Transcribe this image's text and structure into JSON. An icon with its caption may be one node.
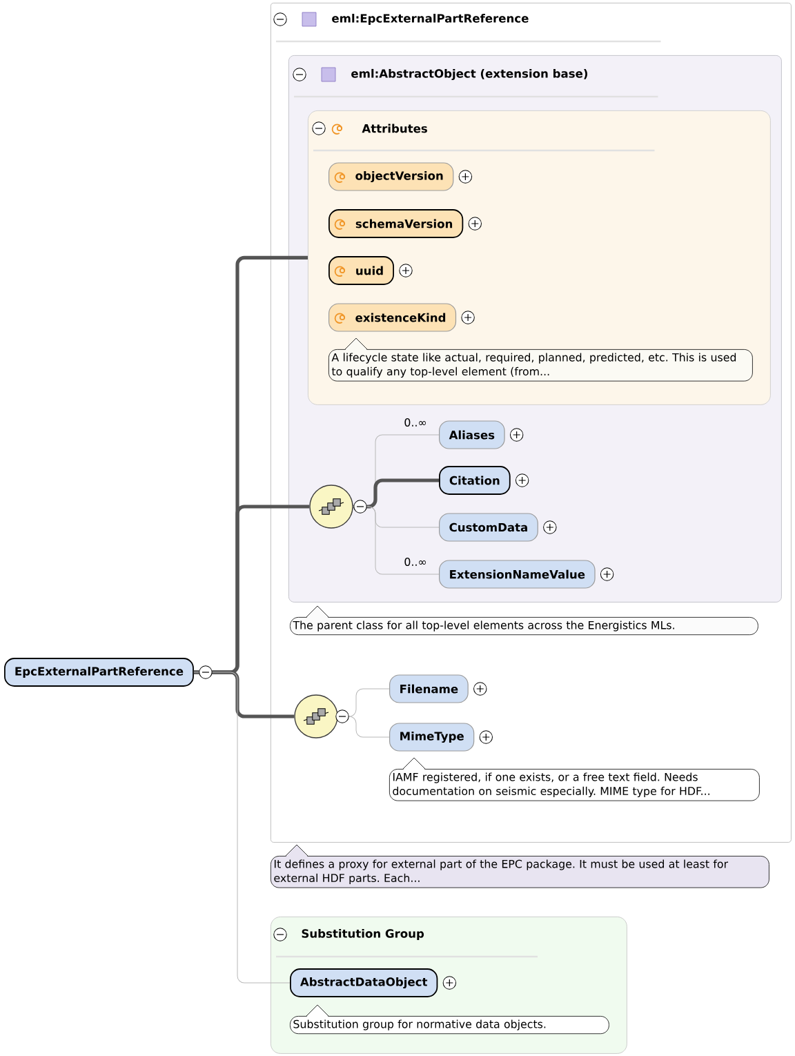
{
  "diagram": {
    "nodes": [
      {
        "text": [
          "EpcExternalPartReference"
        ]
      },
      {
        "text": [
          "eml:EpcExternalPartReference"
        ],
        "beside": [
          "It defines a proxy for external part of the EPC package. It must be used at least for external HDF parts. Each..."
        ]
      },
      {
        "text": [
          "eml:AbstractObject (extension base)"
        ],
        "in": 1,
        "beside": [
          "The parent class for all top-level elements across the Energistics MLs."
        ]
      },
      {
        "text": [
          "Attributes"
        ],
        "in": 2
      },
      {
        "text": [
          "objectVersion"
        ],
        "in": 3
      },
      {
        "text": [
          "schemaVersion"
        ],
        "in": 3
      },
      {
        "text": [
          "uuid"
        ],
        "in": 3
      },
      {
        "text": [
          "existenceKind"
        ],
        "in": 3,
        "beside": [
          "A lifecycle state like actual, required, planned, predicted, etc. This is used to qualify any top-level element (from..."
        ]
      },
      {
        "text": [],
        "shape": "circle",
        "in": 2
      },
      {
        "text": [
          "Aliases"
        ],
        "in": 2
      },
      {
        "text": [
          "Citation"
        ],
        "in": 2
      },
      {
        "text": [
          "CustomData"
        ],
        "in": 2
      },
      {
        "text": [
          "ExtensionNameValue"
        ],
        "in": 2
      },
      {
        "text": [],
        "shape": "circle",
        "in": 1
      },
      {
        "text": [
          "Filename"
        ],
        "in": 1
      },
      {
        "text": [
          "MimeType"
        ],
        "in": 1,
        "beside": [
          "IAMF registered, if one exists, or a free text field. Needs documentation on seismic especially. MIME type for HDF..."
        ]
      },
      {
        "text": [
          "Substitution Group"
        ]
      },
      {
        "text": [
          "AbstractDataObject"
        ],
        "in": 16,
        "beside": [
          "Substitution group for normative data objects."
        ]
      }
    ],
    "edges": [
      {
        "from": 0,
        "to": 3,
        "arrow": "none",
        "style": "thick",
        "color": "#555555"
      },
      {
        "from": 0,
        "to": 8,
        "arrow": "none",
        "style": "thick",
        "color": "#555555"
      },
      {
        "from": 0,
        "to": 13,
        "arrow": "none",
        "style": "thick",
        "color": "#555555"
      },
      {
        "from": 0,
        "to": 17,
        "arrow": "none"
      },
      {
        "from": 8,
        "to": 9,
        "arrow": "none",
        "label": "0..∞"
      },
      {
        "from": 8,
        "to": 10,
        "arrow": "none",
        "style": "thick",
        "color": "#555555"
      },
      {
        "from": 8,
        "to": 11,
        "arrow": "none"
      },
      {
        "from": 8,
        "to": 12,
        "arrow": "none",
        "label": "0..∞"
      },
      {
        "from": 13,
        "to": 14,
        "arrow": "none"
      },
      {
        "from": 13,
        "to": 15,
        "arrow": "none"
      }
    ]
  }
}
